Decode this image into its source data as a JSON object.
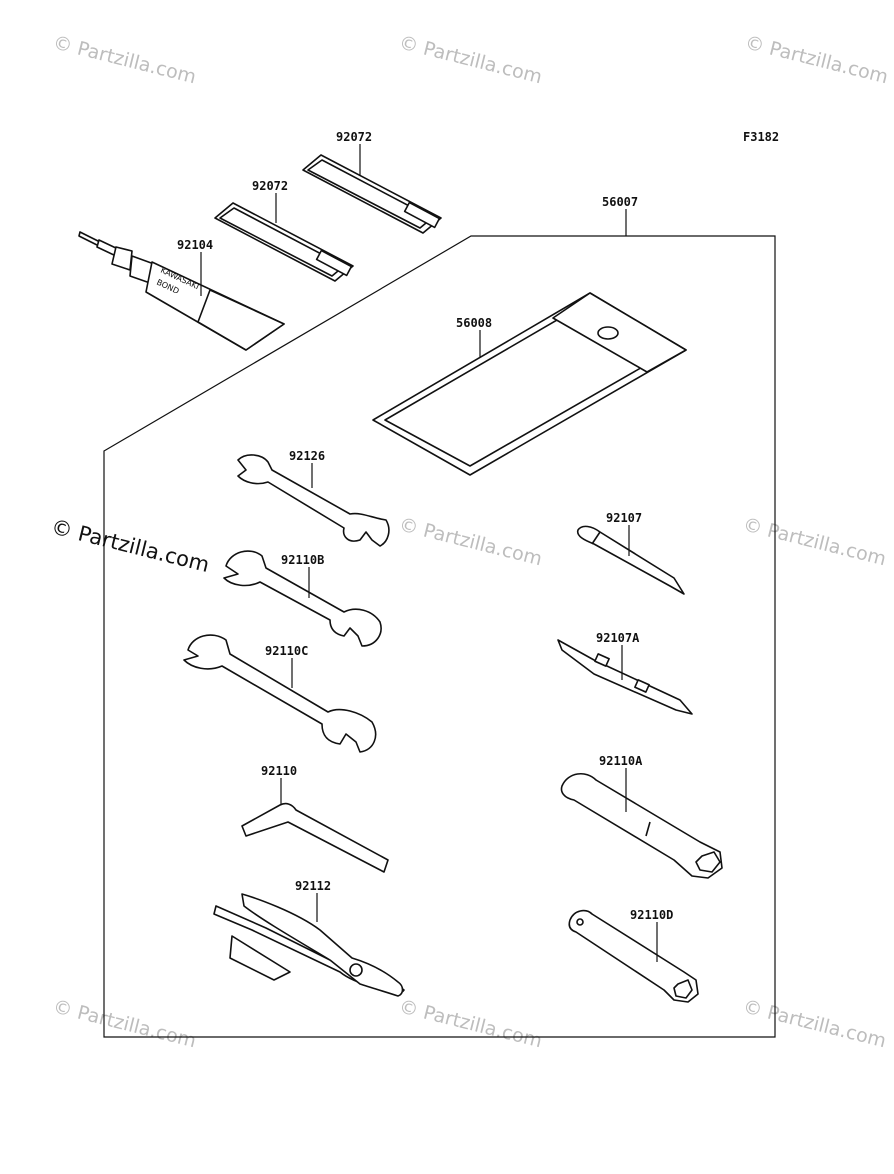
{
  "diagram": {
    "figure_code": "F3182",
    "tube_text": [
      "KAWASAKI",
      "BOND"
    ],
    "watermark_text": "© Partzilla.com",
    "parts": [
      {
        "id": "p1",
        "number": "92072"
      },
      {
        "id": "p2",
        "number": "92072"
      },
      {
        "id": "p3",
        "number": "92104"
      },
      {
        "id": "p4",
        "number": "56007"
      },
      {
        "id": "p5",
        "number": "56008"
      },
      {
        "id": "p6",
        "number": "92126"
      },
      {
        "id": "p7",
        "number": "92110B"
      },
      {
        "id": "p8",
        "number": "92110C"
      },
      {
        "id": "p9",
        "number": "92110"
      },
      {
        "id": "p10",
        "number": "92112"
      },
      {
        "id": "p11",
        "number": "92107"
      },
      {
        "id": "p12",
        "number": "92107A"
      },
      {
        "id": "p13",
        "number": "92110A"
      },
      {
        "id": "p14",
        "number": "92110D"
      }
    ]
  }
}
